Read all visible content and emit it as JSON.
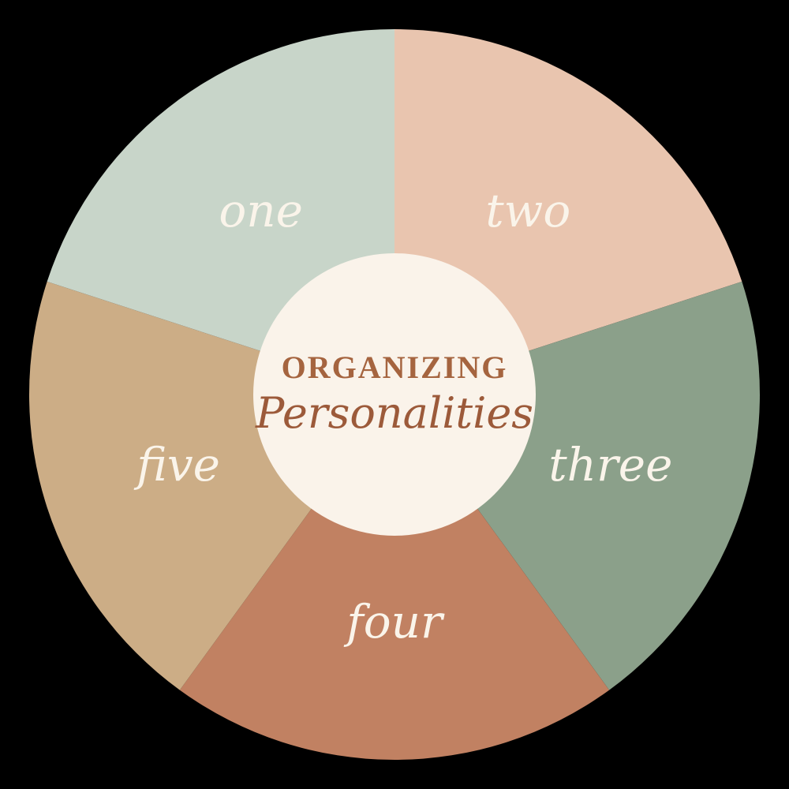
{
  "page": {
    "background_color": "#000000"
  },
  "wheel": {
    "center": {
      "title_caps": "ORGANIZING",
      "title_script": "Personalities",
      "circle_color": "#faf3ea",
      "title_caps_color": "#a5643f",
      "title_script_color": "#9c5a3a"
    },
    "label_color": "#faf4ea",
    "segments": [
      {
        "label": "two",
        "color": "#e9c5af",
        "start_deg": 0,
        "end_deg": 72
      },
      {
        "label": "three",
        "color": "#8ba08a",
        "start_deg": 72,
        "end_deg": 144
      },
      {
        "label": "four",
        "color": "#c18162",
        "start_deg": 144,
        "end_deg": 216
      },
      {
        "label": "five",
        "color": "#ccad86",
        "start_deg": 216,
        "end_deg": 288
      },
      {
        "label": "one",
        "color": "#c8d5c9",
        "start_deg": 288,
        "end_deg": 360
      }
    ]
  }
}
